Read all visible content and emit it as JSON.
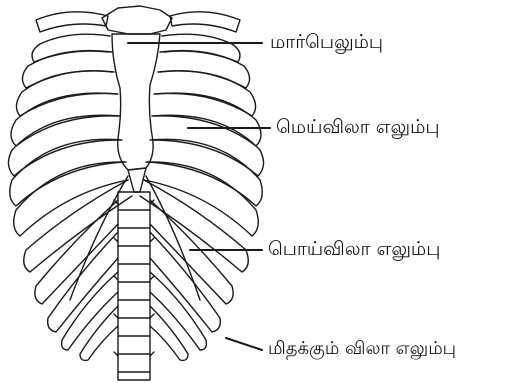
{
  "labels": {
    "sternum": "மார்பெலும்பு",
    "true_ribs": "மெய்விலா எலும்பு",
    "false_ribs": "பொய்விலா எலும்பு",
    "floating_ribs": "மிதக்கும் விலா எலும்பு"
  },
  "colors": {
    "stroke": "#1a1a1a",
    "background": "#ffffff"
  }
}
